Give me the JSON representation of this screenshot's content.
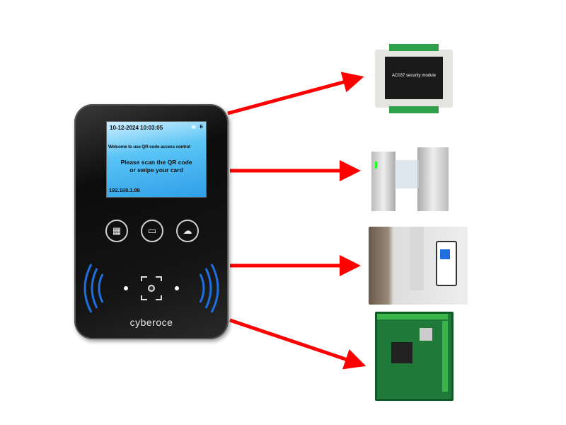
{
  "device": {
    "brand": "cyberoce",
    "screen": {
      "datetime": "10-12-2024 10:03:05",
      "status_letter": "E",
      "welcome": "Welcome to use QR code access control",
      "prompt_line1": "Please scan the QR code",
      "prompt_line2": "or swipe your card",
      "ip": "192.168.1.88"
    },
    "buttons": [
      {
        "icon": "qr-code-icon"
      },
      {
        "icon": "card-swipe-icon"
      },
      {
        "icon": "cloud-icon"
      }
    ],
    "nfc_color": "#1e6fe0"
  },
  "arrow_color": "#ff0000",
  "targets": [
    {
      "name": "security-module",
      "label": "AC037 security module"
    },
    {
      "name": "turnstile"
    },
    {
      "name": "elevator-qr-reader"
    },
    {
      "name": "access-control-board"
    }
  ]
}
